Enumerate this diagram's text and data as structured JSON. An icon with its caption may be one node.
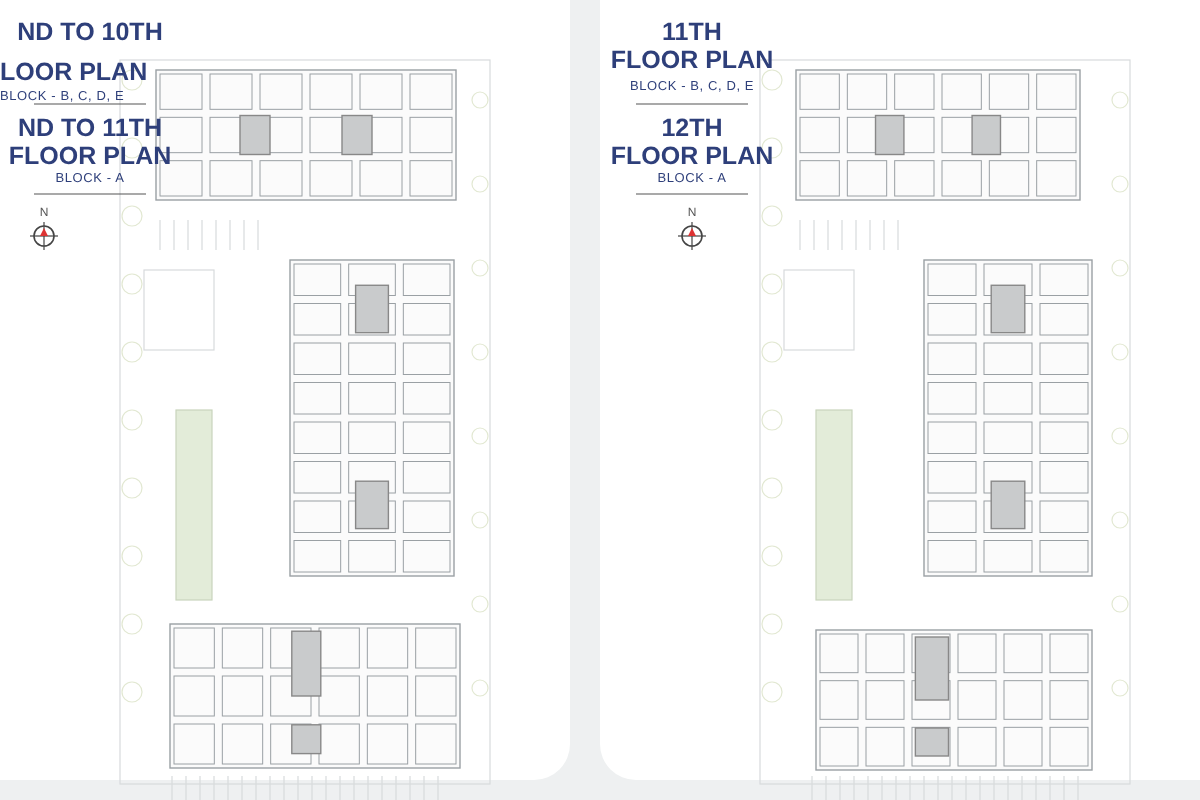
{
  "diagram": {
    "labels": [
      "ND TO 10TH",
      "LOOR PLAN",
      "BLOCK - B, C, D, E",
      "ND TO 11TH",
      "FLOOR PLAN",
      "BLOCK - A",
      "N",
      "11TH",
      "FLOOR PLAN",
      "BLOCK - B, C, D, E",
      "12TH",
      "FLOOR PLAN",
      "BLOCK - A",
      "N"
    ]
  }
}
